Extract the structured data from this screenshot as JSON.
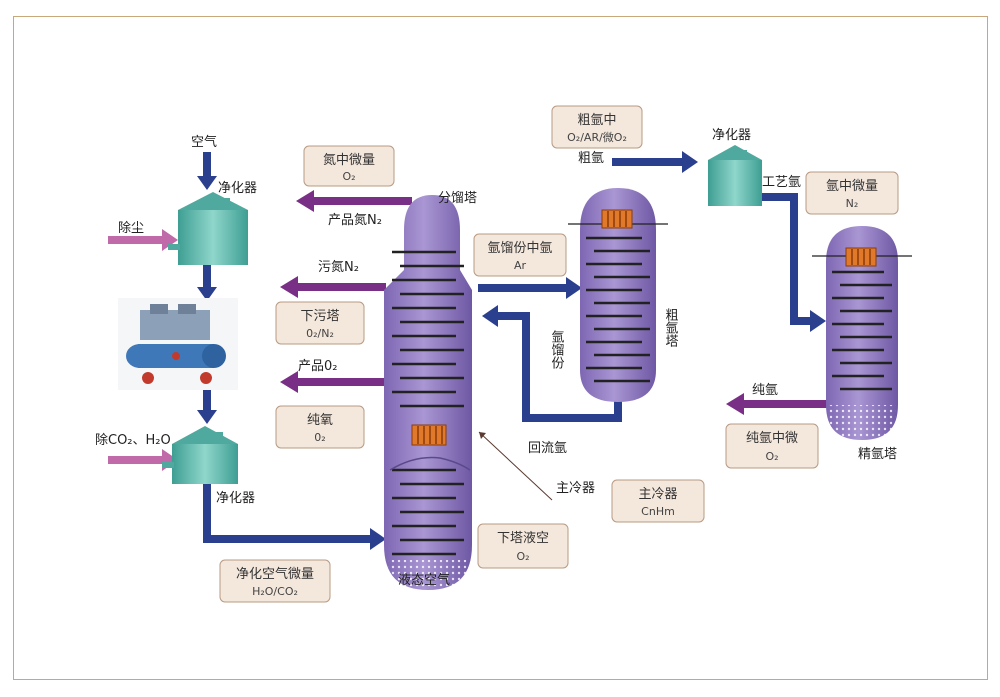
{
  "labels": {
    "air": "空气",
    "purifier_top": "净化器",
    "dust_removal": "除尘",
    "remove_co2_h2o": "除CO₂、H₂O",
    "purifier_bottom": "净化器",
    "fractionation_tower": "分馏塔",
    "product_nitrogen": "产品氮N₂",
    "dirty_nitrogen": "污氮N₂",
    "product_oxygen": "产品0₂",
    "liquid_air": "液态空气",
    "crude_argon": "粗氩",
    "purifier_argon": "净化器",
    "process_argon": "工艺氩",
    "pure_argon": "纯氩",
    "return_argon": "回流氩",
    "main_cooler": "主冷器",
    "crude_argon_tower": "粗氩塔",
    "argon_fraction": "氩馏份",
    "refined_argon_tower": "精氩塔"
  },
  "boxes": {
    "n2_in_o2": {
      "title": "氮中微量",
      "sub": "O₂"
    },
    "lower_dirty_tower": {
      "title": "下污塔",
      "sub": "0₂/N₂"
    },
    "pure_oxygen": {
      "title": "纯氧",
      "sub": "0₂"
    },
    "purified_air_trace": {
      "title": "净化空气微量",
      "sub": "H₂O/CO₂"
    },
    "lower_tower_liquid_air": {
      "title": "下塔液空",
      "sub": "O₂"
    },
    "main_cooler_box": {
      "title": "主冷器",
      "sub": "CnHm"
    },
    "argon_fraction_argon": {
      "title": "氩馏份中氩",
      "sub": "Ar"
    },
    "crude_argon_contents": {
      "title": "粗氩中",
      "sub": "O₂/AR/微O₂"
    },
    "argon_trace_n2": {
      "title": "氩中微量",
      "sub": "N₂"
    },
    "pure_argon_trace_o2": {
      "title": "纯氩中微",
      "sub": "O₂"
    }
  },
  "colors": {
    "blue_pipe": "#2b3f8f",
    "purple_arrow": "#7a2f86",
    "pink_arrow": "#c06aaa",
    "tower": "#9a84c6",
    "tank": "#5fb9ad",
    "box_fill": "#f4e7dc",
    "box_stroke": "#b89b83",
    "heater": "#e07a2a",
    "frame": "#c9a77c"
  },
  "icons": [
    "compressor-icon",
    "tank-icon",
    "heat-exchanger-icon"
  ]
}
